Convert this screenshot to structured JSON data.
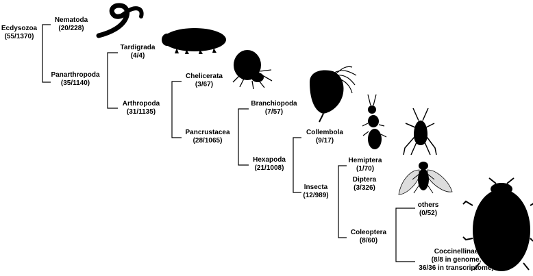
{
  "colors": {
    "line": "#000000",
    "silhouette": "#000000",
    "background": "#ffffff"
  },
  "taxa": {
    "ecdysozoa": {
      "name": "Ecdysozoa",
      "count": "(55/1370)"
    },
    "nematoda": {
      "name": "Nematoda",
      "count": "(20/228)"
    },
    "panarthropoda": {
      "name": "Panarthropoda",
      "count": "(35/1140)"
    },
    "tardigrada": {
      "name": "Tardigrada",
      "count": "(4/4)"
    },
    "arthropoda": {
      "name": "Arthropoda",
      "count": "(31/1135)"
    },
    "chelicerata": {
      "name": "Chelicerata",
      "count": "(3/67)"
    },
    "pancrustacea": {
      "name": "Pancrustacea",
      "count": "(28/1065)"
    },
    "branchiopoda": {
      "name": "Branchiopoda",
      "count": "(7/57)"
    },
    "hexapoda": {
      "name": "Hexapoda",
      "count": "(21/1008)"
    },
    "collembola": {
      "name": "Collembola",
      "count": "(9/17)"
    },
    "insecta": {
      "name": "Insecta",
      "count": "(12/989)"
    },
    "hemiptera": {
      "name": "Hemiptera",
      "count": "(1/70)"
    },
    "diptera": {
      "name": "Diptera",
      "count": "(3/326)"
    },
    "coleoptera": {
      "name": "Coleoptera",
      "count": "(8/60)"
    },
    "others": {
      "name": "others",
      "count": "(0/52)"
    },
    "coccinellinae": {
      "name": "Coccinellinae",
      "count_line1": "(8/8 in genome,",
      "count_line2": "36/36 in transcriptome)"
    }
  },
  "silhouettes": [
    "worm-icon",
    "tardigrade-icon",
    "mite-icon",
    "water-flea-icon",
    "springtail-icon",
    "true-bug-icon",
    "fly-icon",
    "ladybird-beetle-icon"
  ]
}
